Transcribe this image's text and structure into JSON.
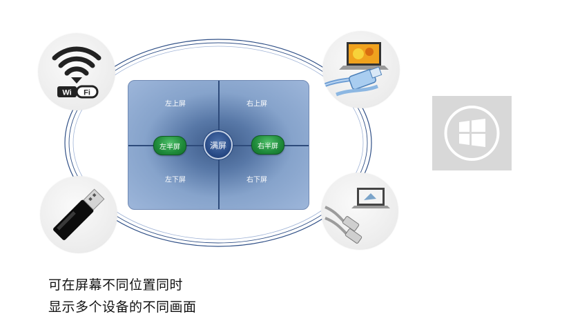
{
  "screens": {
    "top_left": "左上屏",
    "top_right": "右上屏",
    "bottom_left": "左下屏",
    "bottom_right": "右下屏",
    "left_half": "左半屏",
    "right_half": "右半屏",
    "full": "满屏"
  },
  "wifi_badge": {
    "left": "Wi",
    "right": "Fi"
  },
  "caption": {
    "line1": "可在屏幕不同位置同时",
    "line2": "显示多个设备的不同画面"
  },
  "colors": {
    "panel_blue": "#86a3cb",
    "panel_dark": "#2d4a7a",
    "half_button_green": "#1f8a3a",
    "full_button_blue": "#274985",
    "ring_blue": "#2f4f86"
  },
  "icons": {
    "wifi": "wifi-icon",
    "laptop": "laptop-icon",
    "ethernet": "ethernet-cable-icon",
    "usb": "usb-dongle-icon",
    "hdmi": "hdmi-cable-icon",
    "windows": "windows-logo-icon"
  }
}
